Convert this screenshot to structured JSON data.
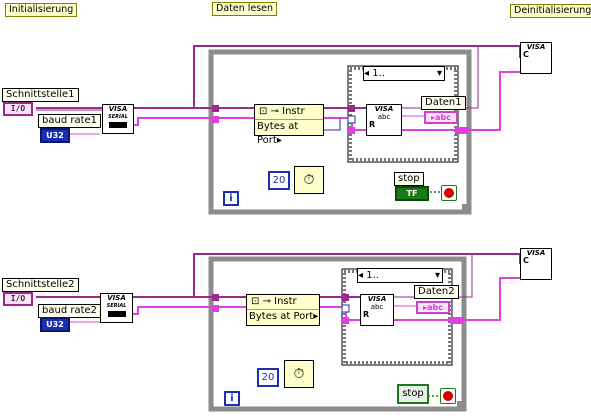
{
  "sections": {
    "init": "Initialisierung",
    "read": "Daten lesen",
    "deinit": "Deinitialisierung"
  },
  "loops": [
    {
      "port_label": "Schnittstelle1",
      "port_type": "I/O",
      "baud_label": "baud rate1",
      "baud_type": "U32",
      "visa_serial": "VISA",
      "visa_serial_sub": "SERIAL",
      "prop_instr": "Instr",
      "prop_bytes": "Bytes at Port",
      "case_selector": "1..",
      "indicator_label": "Daten1",
      "indicator_type": "abc",
      "read_title": "VISA",
      "read_sub": "abc",
      "read_r": "R",
      "wait_value": "20",
      "stop_label": "stop",
      "stop_type": "TF",
      "iter": "i",
      "close_title": "VISA",
      "close_c": "C"
    },
    {
      "port_label": "Schnittstelle2",
      "port_type": "I/O",
      "baud_label": "baud rate2",
      "baud_type": "U32",
      "visa_serial": "VISA",
      "visa_serial_sub": "SERIAL",
      "prop_instr": "Instr",
      "prop_bytes": "Bytes at Port",
      "case_selector": "1..",
      "indicator_label": "Daten2",
      "indicator_type": "abc",
      "read_title": "VISA",
      "read_sub": "abc",
      "read_r": "R",
      "wait_value": "20",
      "stop_label": "stop",
      "iter": "i",
      "close_title": "VISA",
      "close_c": "C"
    }
  ],
  "colors": {
    "visa_wire": "#9c2a8c",
    "string_wire": "#e040e0",
    "loop_frame": "#8c8c8c",
    "numeric_blue": "#1c2fb0",
    "bool_green": "#1a7a1a"
  }
}
